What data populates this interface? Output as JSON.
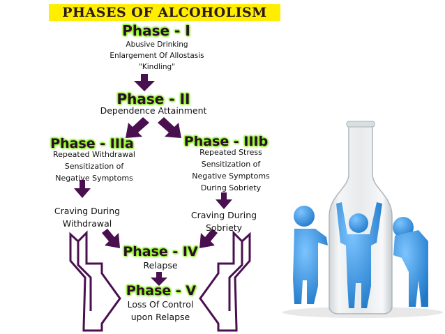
{
  "title": "PHASES OF ALCOHOLISM",
  "phase1": {
    "label": "Phase - I",
    "lines": [
      "Abusive Drinking",
      "Enlargement Of Allostasis",
      "\"Kindling\""
    ]
  },
  "phase2": {
    "label": "Phase - II",
    "lines": [
      "Dependence Attainment"
    ]
  },
  "phase3a": {
    "label": "Phase - IIIa",
    "lines": [
      "Repeated Withdrawal",
      "Sensitization of",
      "Negative Symptoms"
    ],
    "craving": [
      "Craving During",
      "Withdrawal"
    ]
  },
  "phase3b": {
    "label": "Phase - IIIb",
    "lines": [
      "Repeated Stress",
      "Sensitization of",
      "Negative Symptoms",
      "During Sobriety"
    ],
    "craving": [
      "Craving During",
      "Sobriety"
    ]
  },
  "phase4": {
    "label": "Phase - IV",
    "lines": [
      "Relapse"
    ]
  },
  "phase5": {
    "label": "Phase - V",
    "lines": [
      "Loss Of Control",
      "upon Relapse"
    ]
  },
  "colors": {
    "title_bg": "#ffee00",
    "arrow": "#4a0f4f",
    "phase_glow": "#8cff1a",
    "figure_blue": "#2a8fe0"
  }
}
